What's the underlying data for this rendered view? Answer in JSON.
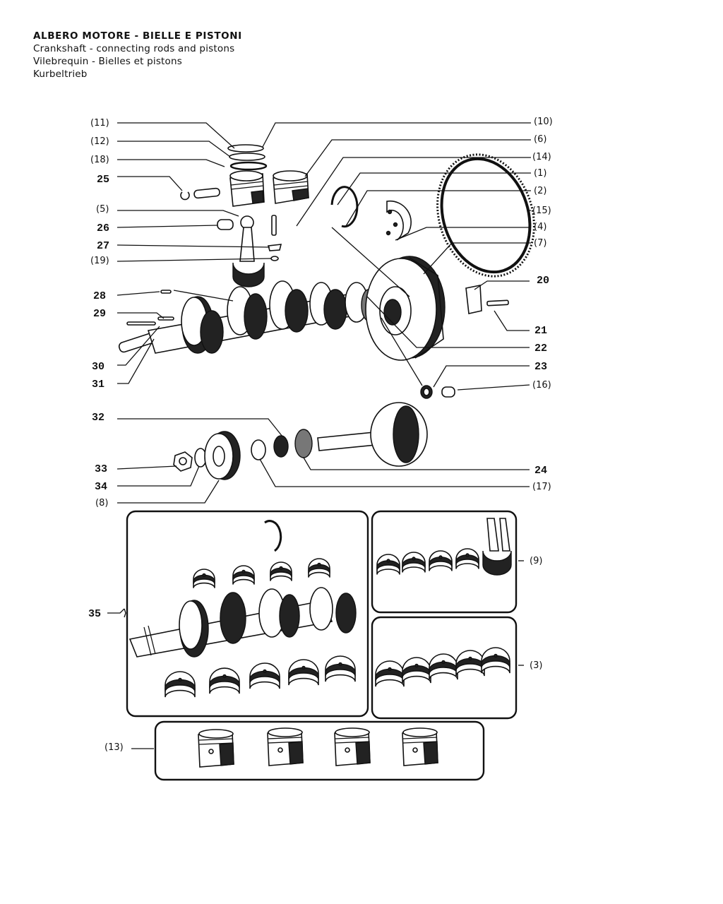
{
  "header": {
    "title_it": "ALBERO MOTORE - BIELLE E PISTONI",
    "title_en": "Crankshaft - connecting rods and pistons",
    "title_fr": "Vilebrequin - Bielles et pistons",
    "title_de": "Kurbeltrieb"
  },
  "callouts": {
    "c11": "(11)",
    "c12": "(12)",
    "c18": "(18)",
    "c25": "25",
    "c5": "(5)",
    "c26": "26",
    "c27": "27",
    "c19": "(19)",
    "c28": "28",
    "c29": "29",
    "c30": "30",
    "c31": "31",
    "c10": "(10)",
    "c6": "(6)",
    "c14": "(14)",
    "c1": "(1)",
    "c2": "(2)",
    "c15": "(15)",
    "c4": "(4)",
    "c7": "(7)",
    "c20": "20",
    "c21": "21",
    "c22": "22",
    "c23": "23",
    "c16": "(16)",
    "c32": "32",
    "c33": "33",
    "c34": "34",
    "c8": "(8)",
    "c24": "24",
    "c17": "(17)",
    "c35": "35",
    "c9": "(9)",
    "c3": "(3)",
    "c13": "(13)"
  }
}
